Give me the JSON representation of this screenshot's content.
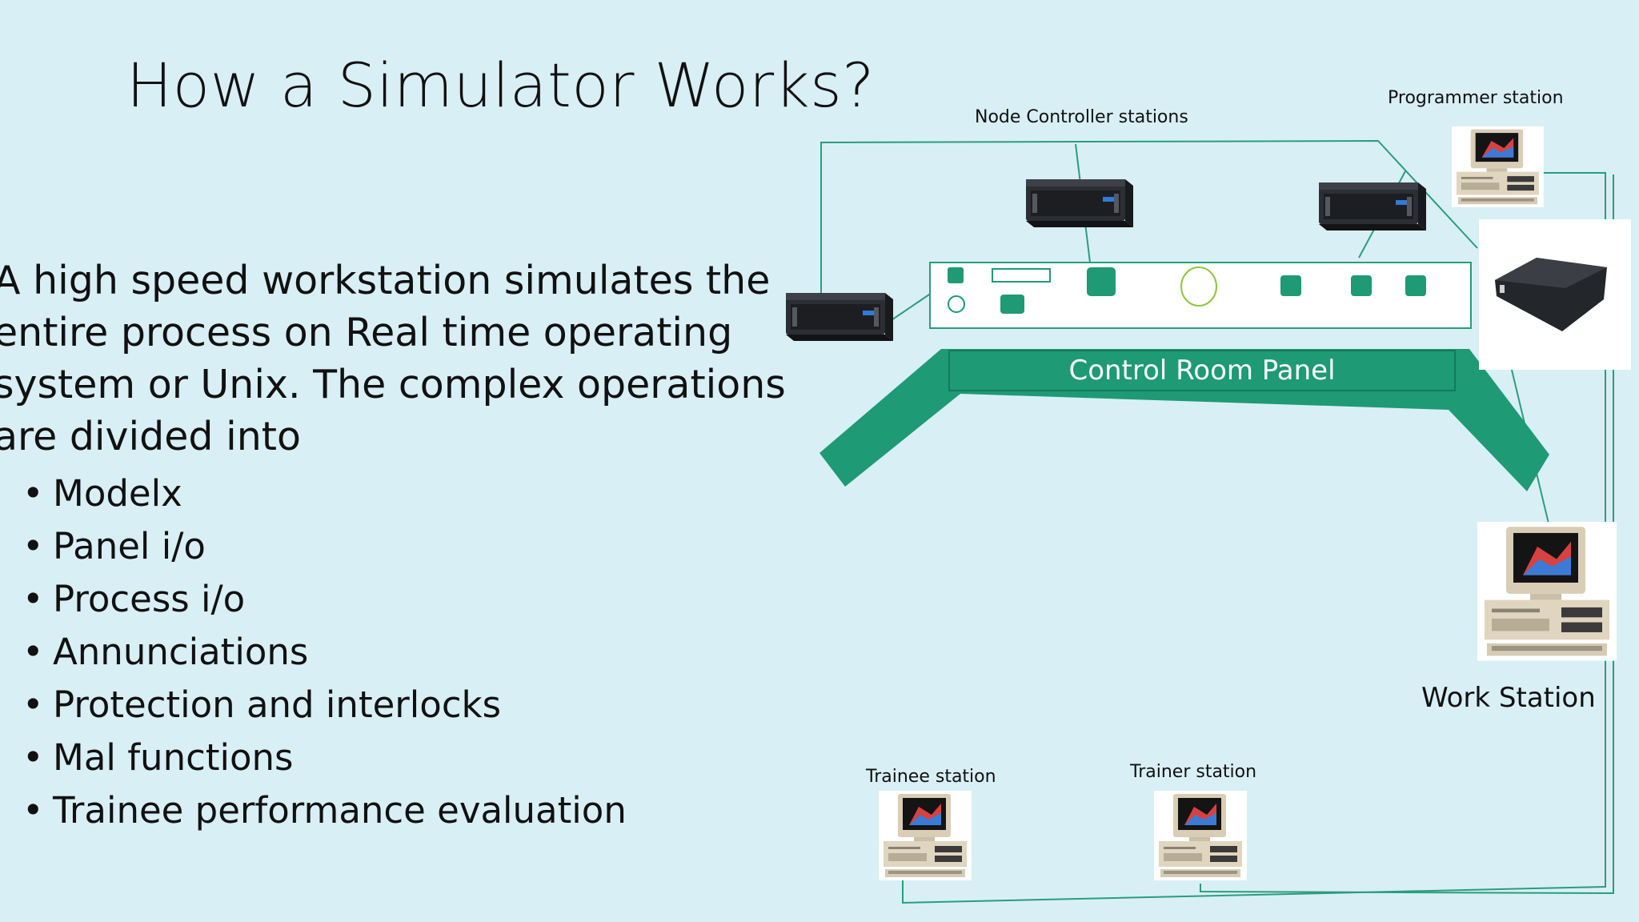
{
  "slide": {
    "title": "How a Simulator Works?",
    "body_lines": [
      "A high speed workstation simulates the",
      "entire process on Real time operating",
      "system or Unix. The complex operations",
      "are divided into"
    ],
    "bullets": [
      "Modelx",
      "Panel i/o",
      "Process i/o",
      "Annunciations",
      "Protection and interlocks",
      "Mal functions",
      "Trainee performance evaluation"
    ],
    "bullet_glyph": "•"
  },
  "diagram": {
    "labels": {
      "node_controller": "Node Controller stations",
      "programmer": "Programmer  station",
      "control_room_panel": "Control Room Panel",
      "work_station": "Work Station",
      "trainee": "Trainee station",
      "trainer": "Trainer station"
    },
    "colors": {
      "background": "#d8eff5",
      "line": "#2a9d7c",
      "panel_fill": "#1e9a74",
      "panel_box": "#ffffff"
    },
    "icons": [
      "server-icon",
      "desktop-computer-icon",
      "network-router-icon"
    ]
  }
}
